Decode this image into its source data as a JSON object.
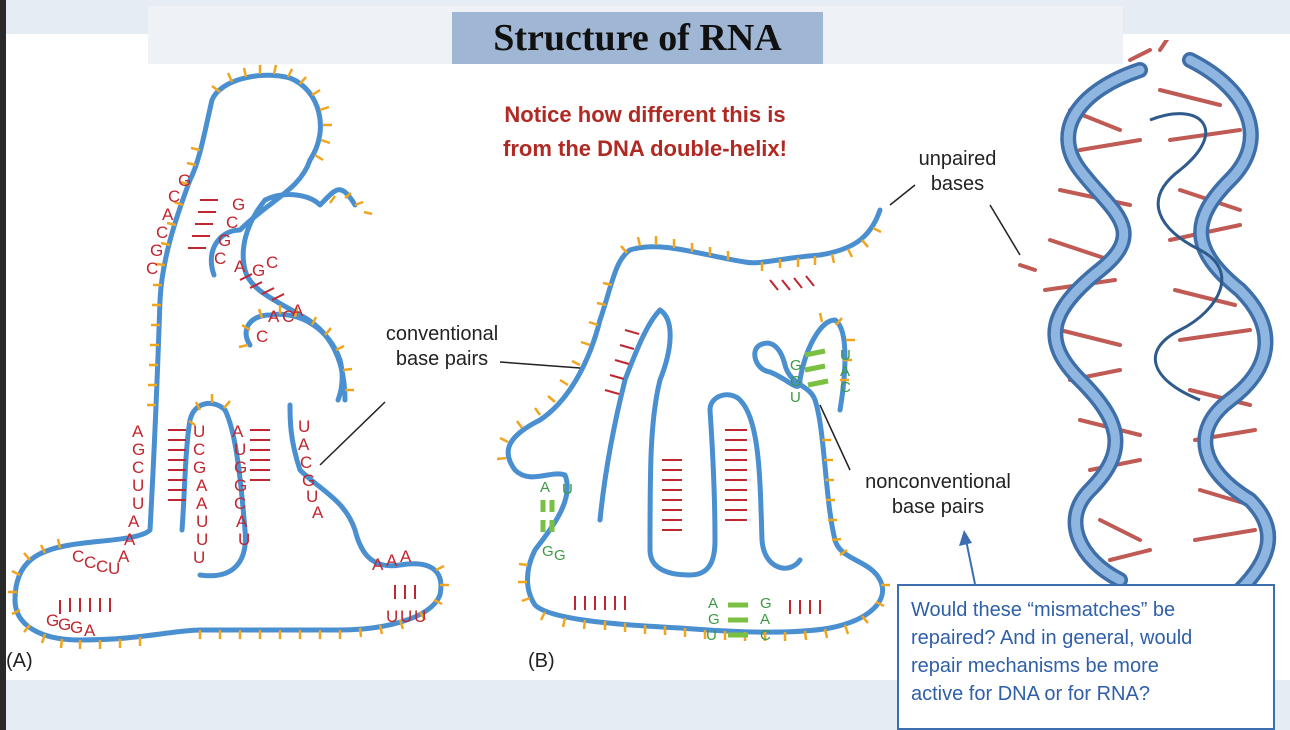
{
  "title": "Structure of RNA",
  "notice": {
    "line1": "Notice how different this is",
    "line2": "from the DNA double-helix!"
  },
  "labels": {
    "conventional_line1": "conventional",
    "conventional_line2": "base pairs",
    "unpaired_line1": "unpaired",
    "unpaired_line2": "bases",
    "nonconventional_line1": "nonconventional",
    "nonconventional_line2": "base pairs"
  },
  "panels": {
    "a": "(A)",
    "b": "(B)"
  },
  "question": {
    "line1": "Would these “mismatches” be",
    "line2": "repaired? And in general, would",
    "line3": "repair mechanisms be more",
    "line4": "active for DNA or for RNA?"
  },
  "bases_a": {
    "stem_left": "AGCUUAAA",
    "stem_mid": "UCGAAUUU",
    "stem_mid2": "AUGGCAU",
    "stem_right": "UACGUA",
    "top_left": "GCACGC",
    "top_right": "GCGCAGC",
    "hook": "ACAC",
    "foot_left_top": "CCCU",
    "foot_left_bottom": "GGGA",
    "foot_right_top": "AAA",
    "foot_right_bottom": "UUU"
  },
  "bases_b": {
    "au": "A U",
    "gg": "GG",
    "agu": "AGU",
    "gac": "GAC",
    "ggu": "GGU",
    "uac": "UAC"
  },
  "colors": {
    "backbone": "#4a8fd0",
    "base_tick": "#f0a51f",
    "conventional_pair": "#c0262f",
    "nonconventional_pair": "#7ac143",
    "nonconventional_text": "#3c9a45",
    "helix_ribbon": "#5b8ec6",
    "helix_rung": "#c05a55"
  }
}
